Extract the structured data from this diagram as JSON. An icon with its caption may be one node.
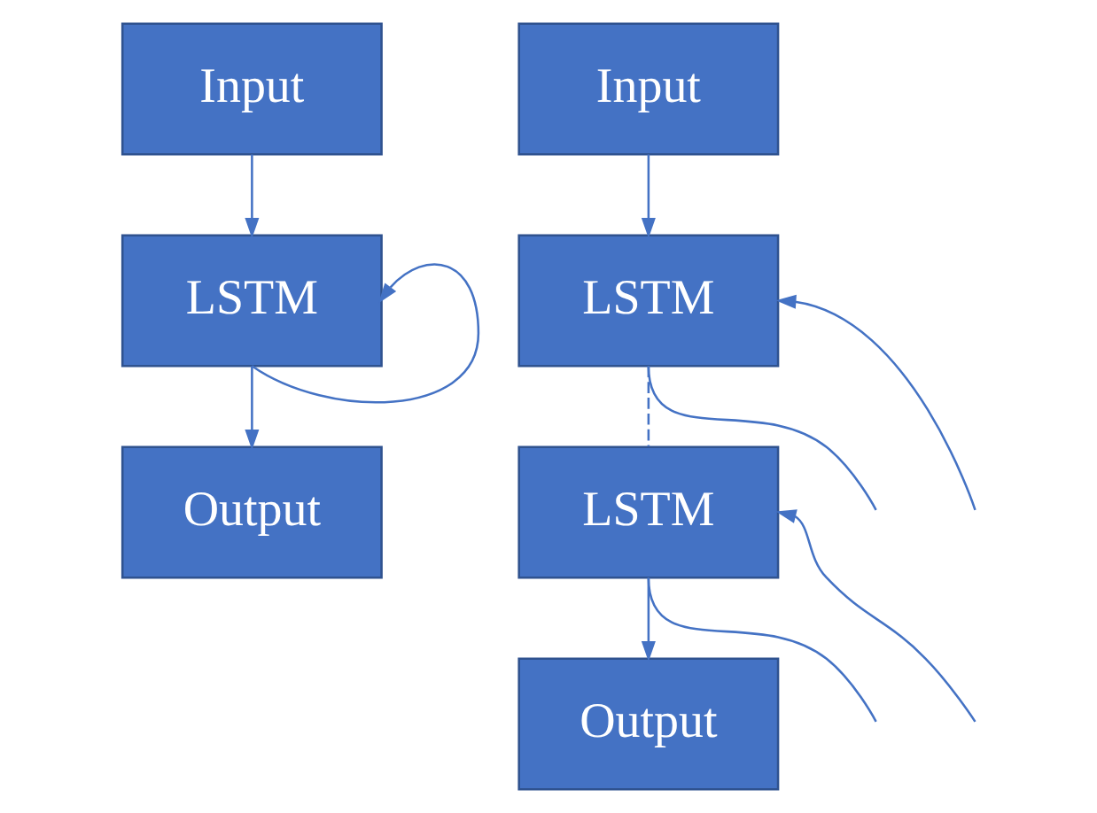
{
  "diagram": {
    "nodes": [
      {
        "text": [
          "Input"
        ]
      },
      {
        "text": [
          "LSTM"
        ]
      },
      {
        "text": [
          "Output"
        ]
      },
      {
        "text": [
          "Input"
        ]
      },
      {
        "text": [
          "LSTM"
        ]
      },
      {
        "text": [
          "LSTM"
        ]
      },
      {
        "text": [
          "Output"
        ]
      }
    ],
    "edges": [
      {
        "from": 0,
        "to": 1,
        "arrow": "to"
      },
      {
        "from": 1,
        "to": 1,
        "arrow": "to"
      },
      {
        "from": 1,
        "to": 2,
        "arrow": "to"
      },
      {
        "from": 3,
        "to": 4,
        "arrow": "to"
      },
      {
        "from": 4,
        "to": null,
        "arrow": "none"
      },
      {
        "from": 4,
        "to": 5,
        "arrow": "none",
        "style": "dashed"
      },
      {
        "from": null,
        "to": 4,
        "arrow": "to"
      },
      {
        "from": 5,
        "to": null,
        "arrow": "none"
      },
      {
        "from": 5,
        "to": 6,
        "arrow": "to"
      },
      {
        "from": null,
        "to": 5,
        "arrow": "to"
      }
    ]
  }
}
